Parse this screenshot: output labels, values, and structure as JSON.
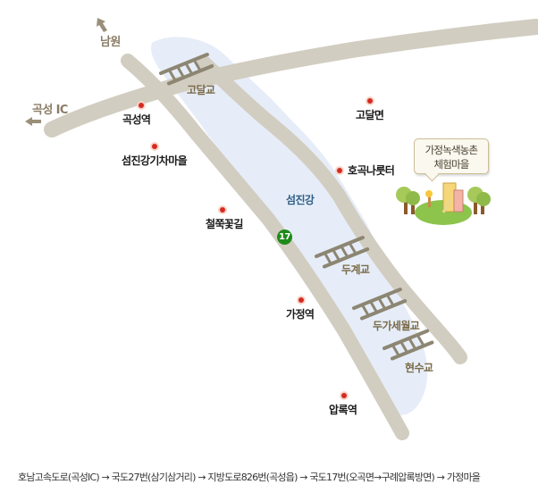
{
  "map": {
    "colors": {
      "road": "#d2cdc1",
      "river": "#e6edf8",
      "bridge": "#8c8672",
      "marker": "#d52a22",
      "route_badge": "#1f8a1a",
      "bridge_label": "#7a6a48",
      "river_label": "#2f5f88"
    },
    "directions": [
      {
        "label": "남원",
        "arrow": "arrow-up-left"
      },
      {
        "label": "곡성 IC",
        "arrow": "arrow-left"
      }
    ],
    "river": {
      "label": "섬진강"
    },
    "route_badge": {
      "number": "17"
    },
    "bridges": [
      {
        "label": "고달교"
      },
      {
        "label": "두계교"
      },
      {
        "label": "두가세월교"
      },
      {
        "label": "현수교"
      }
    ],
    "places": [
      {
        "label": "곡성역"
      },
      {
        "label": "섬진강기차마을"
      },
      {
        "label": "고달면"
      },
      {
        "label": "호곡나룻터"
      },
      {
        "label": "철쭉꽃길"
      },
      {
        "label": "가정역"
      },
      {
        "label": "압록역"
      }
    ],
    "destination": {
      "line1": "가정녹색농촌",
      "line2": "체험마을"
    }
  },
  "footer": {
    "route": "호남고속도로(곡성IC) → 국도27번(삼기삼거리) → 지방도로826번(곡성읍) → 국도17번(오곡면→구례압록방면) → 가정마을"
  }
}
